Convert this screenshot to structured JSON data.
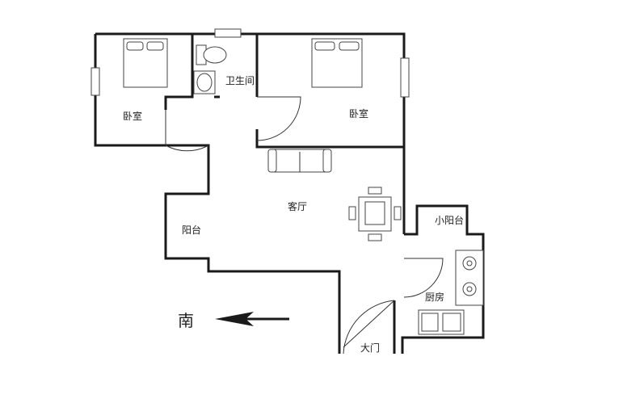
{
  "rooms": {
    "bedroom_left": "卧室",
    "bathroom": "卫生间",
    "bedroom_right": "卧室",
    "living_room": "客厅",
    "balcony": "阳台",
    "small_balcony": "小阳台",
    "kitchen": "厨房",
    "entrance": "大门"
  },
  "compass": {
    "direction": "南",
    "arrow_icon": "arrow-left-icon"
  },
  "colors": {
    "wall": "#1a1a1a",
    "background": "#ffffff"
  }
}
